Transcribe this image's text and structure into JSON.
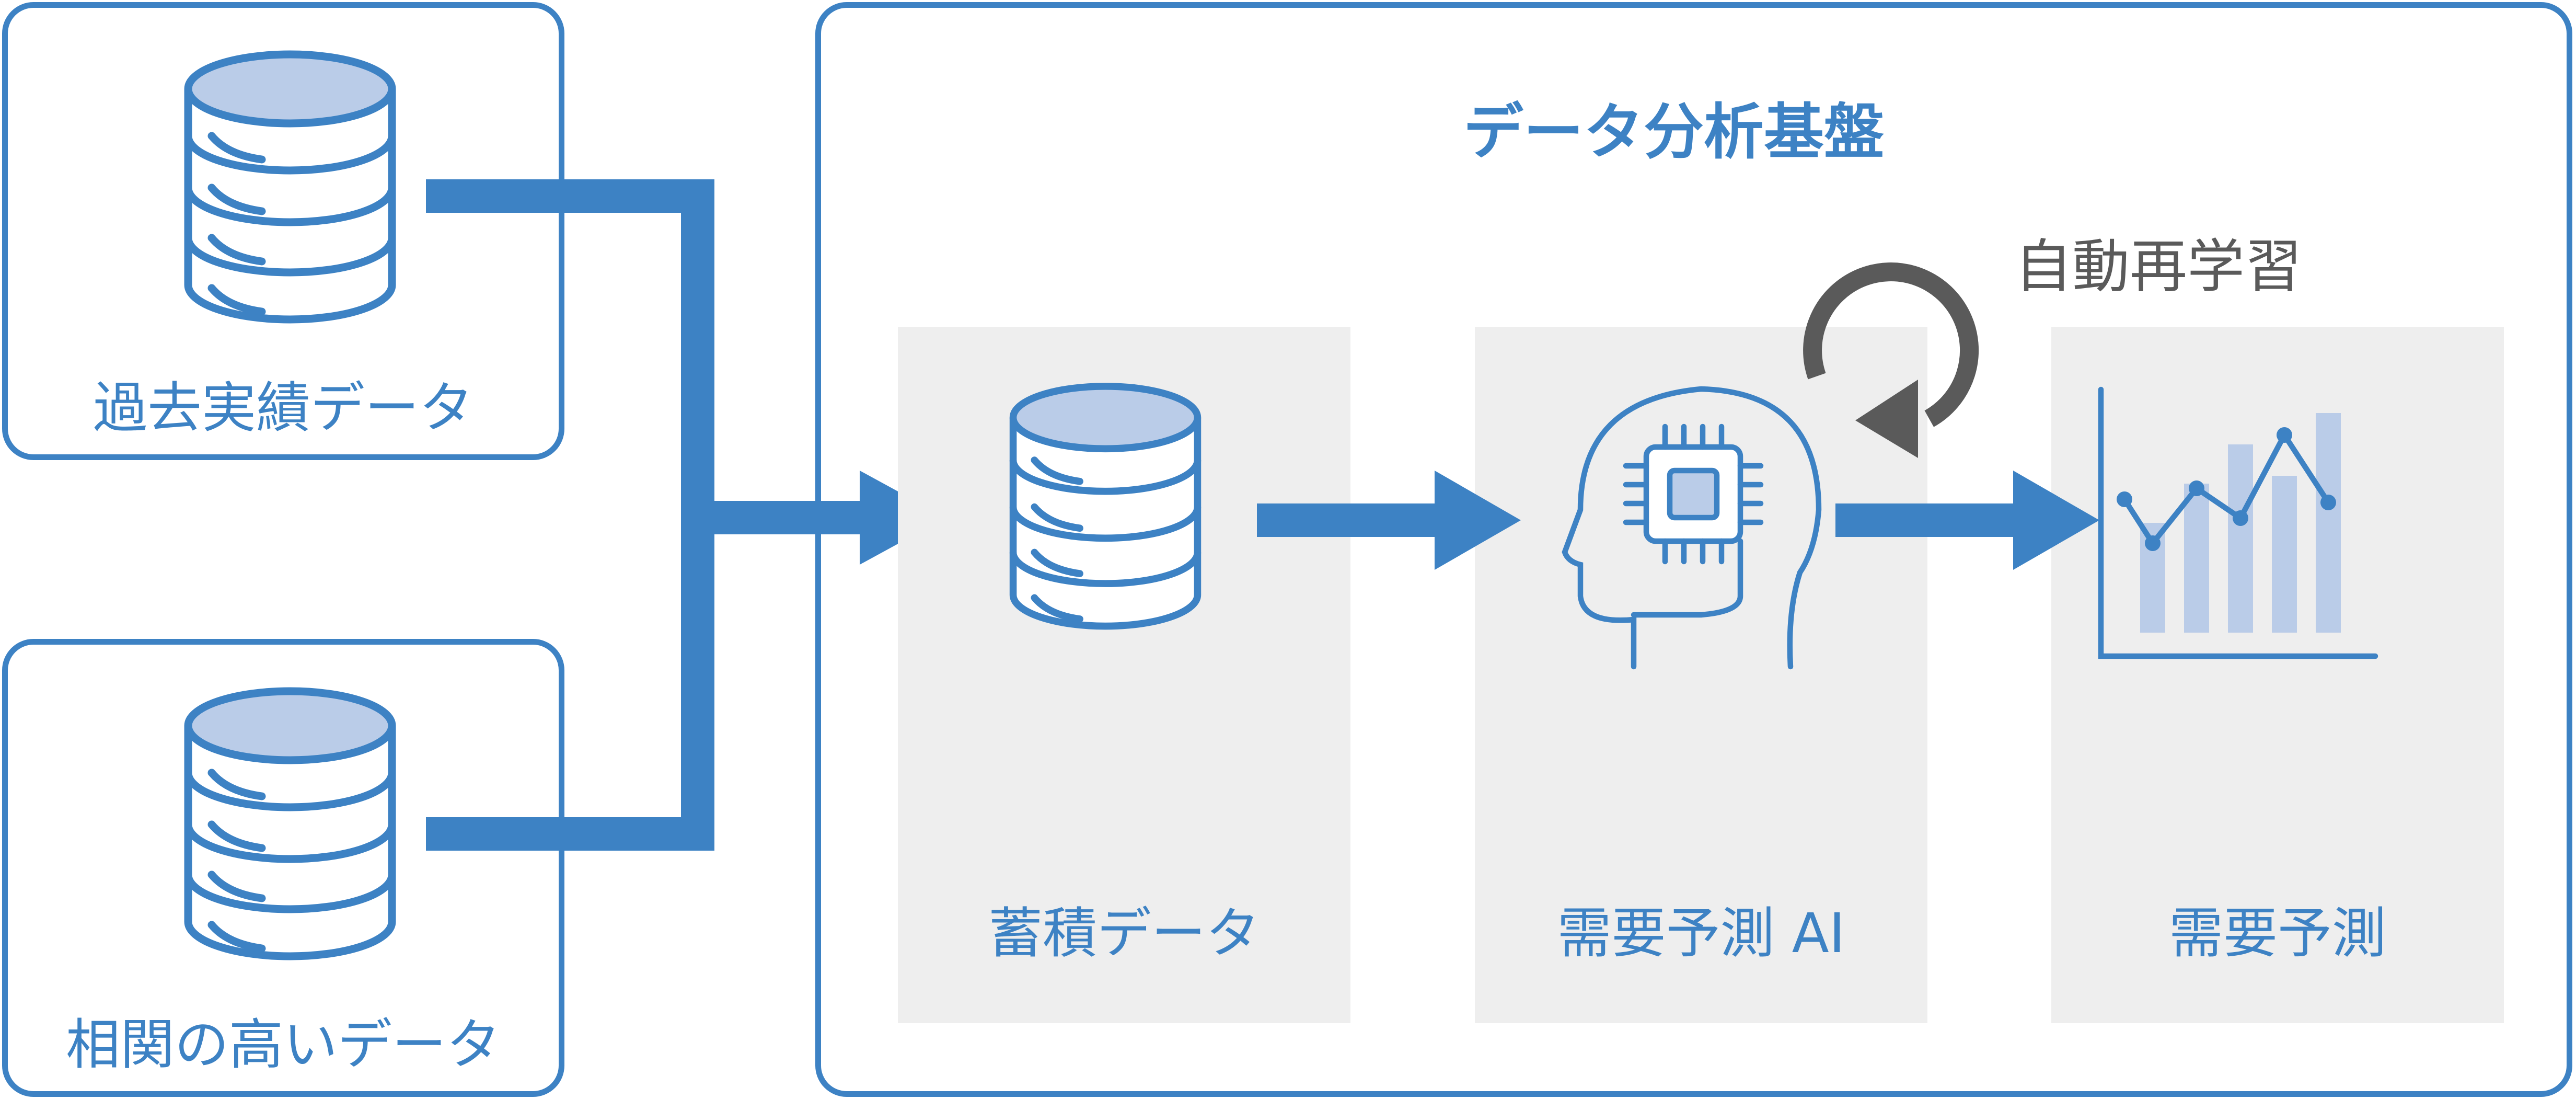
{
  "sources": [
    {
      "label": "過去実績データ",
      "icon": "database-icon"
    },
    {
      "label": "相関の高いデータ",
      "icon": "database-icon"
    }
  ],
  "platform": {
    "title": "データ分析基盤",
    "stages": [
      {
        "label": "蓄積データ",
        "icon": "database-icon"
      },
      {
        "label": "需要予測 AI",
        "icon": "ai-head-chip-icon"
      },
      {
        "label": "需要予測",
        "icon": "forecast-chart-icon"
      }
    ],
    "retrain_label": "自動再学習",
    "retrain_icon": "cycle-arrow-icon"
  },
  "colors": {
    "accent": "#3d82c4",
    "light_accent": "#bacce8",
    "panel_bg": "#eeeeee",
    "retrain": "#5a5a5a"
  }
}
